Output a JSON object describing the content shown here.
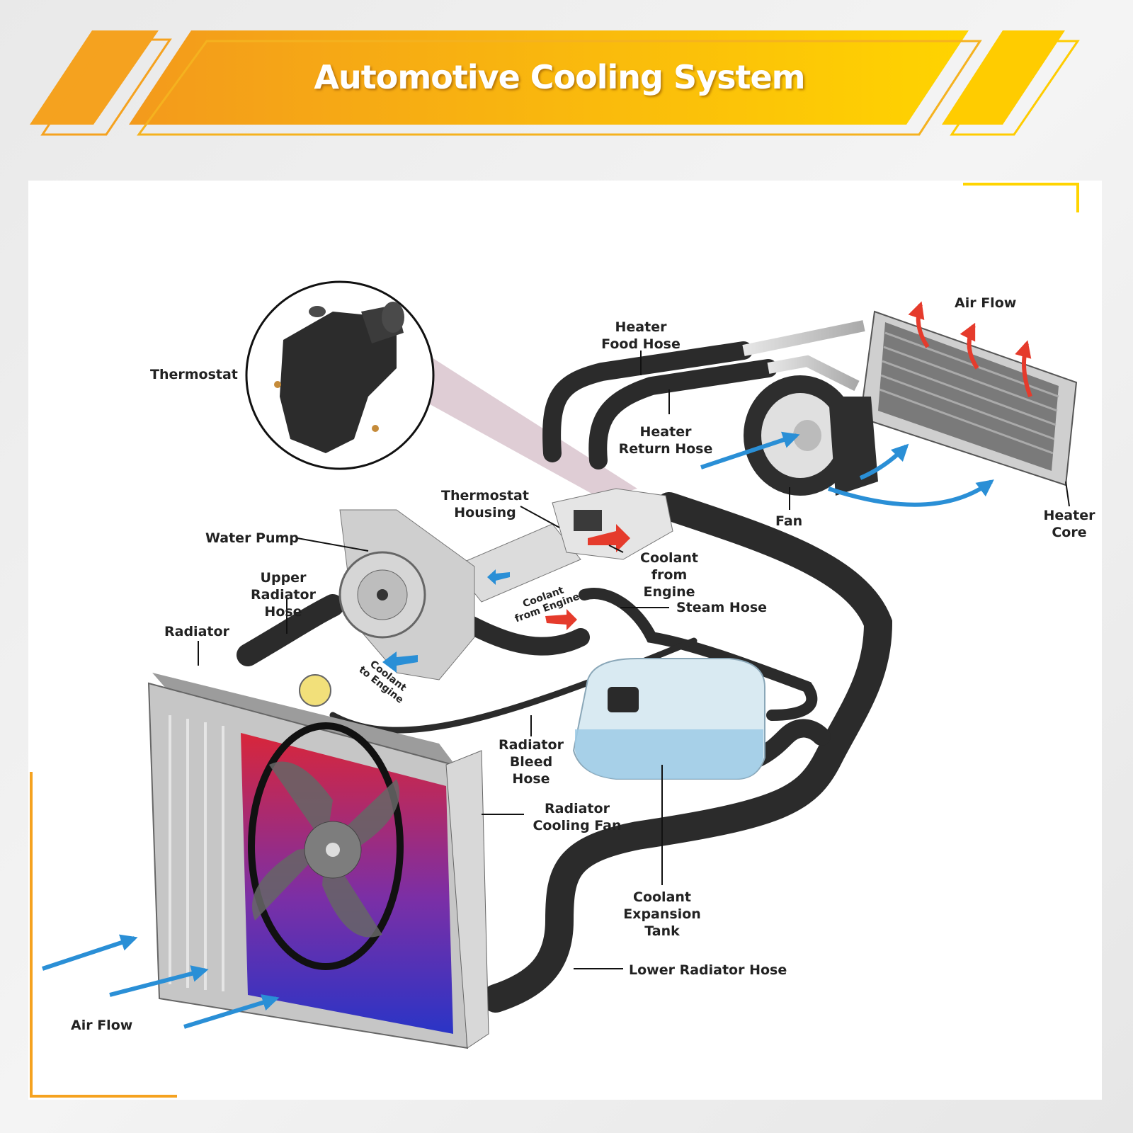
{
  "title": "Automotive Cooling System",
  "labels": {
    "thermostat": "Thermostat",
    "heater_food_hose": "Heater\nFood Hose",
    "air_flow_top": "Air Flow",
    "heater_return_hose": "Heater\nReturn Hose",
    "thermostat_housing": "Thermostat\nHousing",
    "water_pump": "Water Pump",
    "fan": "Fan",
    "heater_core": "Heater\nCore",
    "coolant_from_engine": "Coolant\nfrom Engine",
    "upper_radiator_hose": "Upper Radiator\nHose",
    "coolant_from_engine_small": "Coolant\nfrom Engine",
    "steam_hose": "Steam Hose",
    "radiator": "Radiator",
    "coolant_to_engine": "Coolant\nto Engine",
    "radiator_bleed_hose": "Radiator\nBleed Hose",
    "radiator_cooling_fan": "Radiator\nCooling Fan",
    "coolant_expansion_tank": "Coolant\nExpansion Tank",
    "lower_radiator_hose": "Lower Radiator Hose",
    "air_flow_bottom": "Air Flow"
  },
  "colors": {
    "banner_orange": "#f39a1c",
    "banner_yellow": "#ffd400",
    "hose": "#2b2b2b",
    "coolant_hot": "#e53b2c",
    "coolant_cold": "#2a8fd6",
    "tank": "#b9dcef"
  }
}
